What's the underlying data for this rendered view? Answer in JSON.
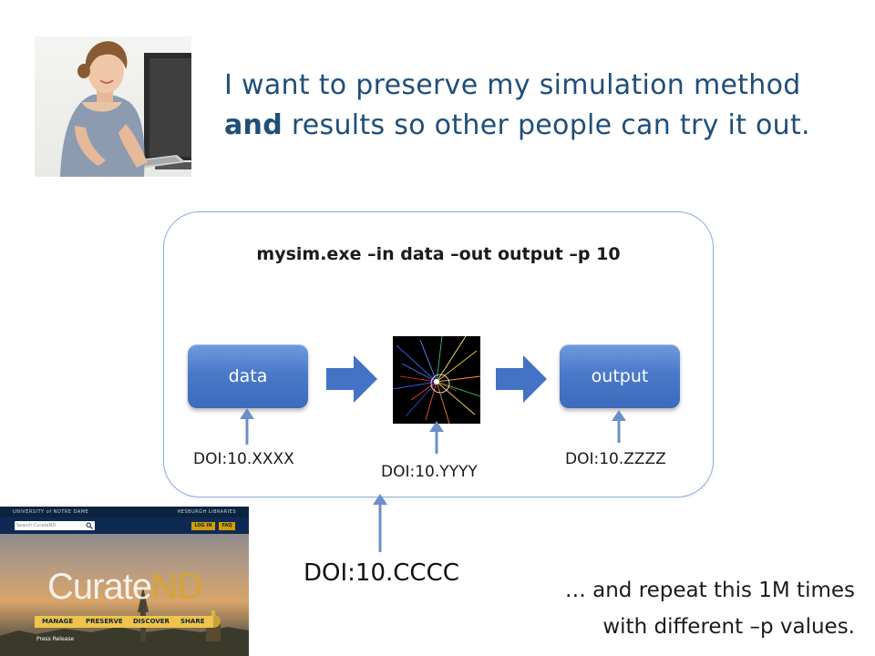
{
  "headline": {
    "line1": "I want to preserve my simulation method",
    "line2_bold": "and",
    "line2_rest": " results so other people can try it out."
  },
  "workflow": {
    "command": "mysim.exe –in data –out output –p 10",
    "input_label": "data",
    "output_label": "output",
    "doi_input": "DOI:10.XXXX",
    "doi_method": "DOI:10.YYYY",
    "doi_output": "DOI:10.ZZZZ"
  },
  "doi_package": "DOI:10.CCCC",
  "repeat_note": {
    "line1": "… and repeat this 1M times",
    "line2": "with different –p values."
  },
  "curatend": {
    "top_left": "UNIVERSITY of NOTRE DAME",
    "top_right": "HESBURGH LIBRARIES",
    "search_placeholder": "Search CurateND",
    "login_label": "LOG IN",
    "faq_label": "FAQ",
    "logo_main": "Curate",
    "logo_accent": "ND",
    "nav": [
      "MANAGE",
      "PRESERVE",
      "DISCOVER",
      "SHARE"
    ],
    "press_release": "Press Release"
  },
  "colors": {
    "headline": "#1f4e79",
    "box_blue": "#4a79c9",
    "arrow_blue": "#4472c4",
    "connector_blue": "#6d8fc8"
  }
}
